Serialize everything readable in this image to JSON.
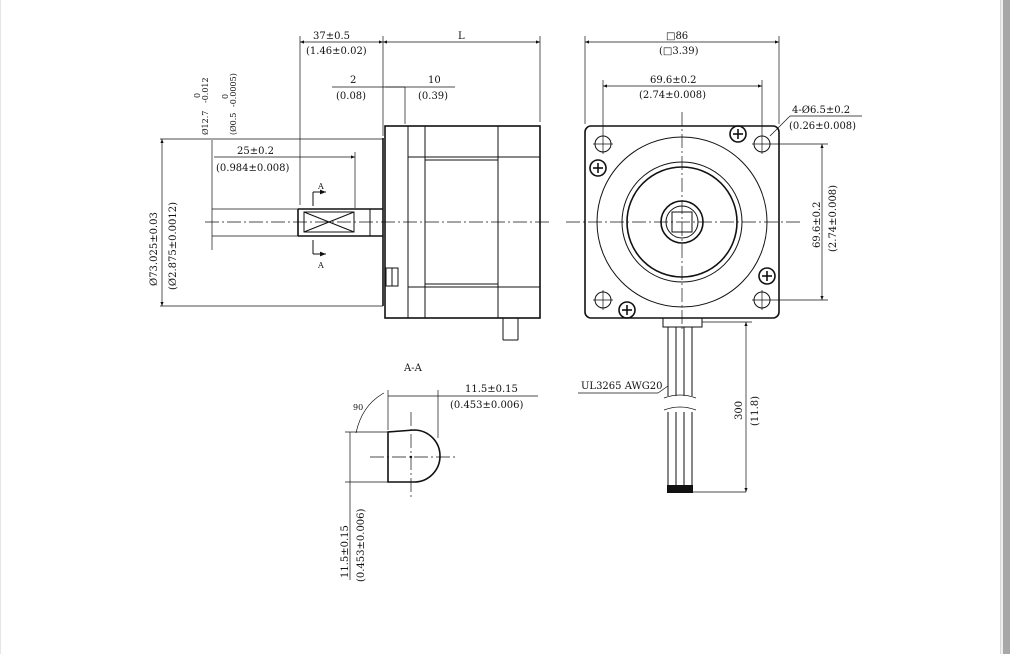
{
  "drawing": {
    "side_view": {
      "flange_length": "37±0.5",
      "flange_length_in": "(1.46±0.02)",
      "body_length": "L",
      "step_dim": "2",
      "step_dim_in": "(0.08)",
      "boss_dim": "10",
      "boss_dim_in": "(0.39)",
      "shaft_dia": "Ø12.7",
      "shaft_dia_tol_upper": "0",
      "shaft_dia_tol_lower": "-0.012",
      "shaft_dia_in": "(Ø0.5",
      "shaft_dia_in_tol_upper": "0",
      "shaft_dia_in_tol_lower": "-0.0005)",
      "shaft_length": "25±0.2",
      "shaft_length_in": "(0.984±0.008)",
      "pilot_dia": "Ø73.025±0.03",
      "pilot_dia_in": "(Ø2.875±0.0012)",
      "section_mark_top": "A",
      "section_mark_bottom": "A"
    },
    "front_view": {
      "frame_size": "□86",
      "frame_size_in": "(□3.39)",
      "hole_spacing_h": "69.6±0.2",
      "hole_spacing_h_in": "(2.74±0.008)",
      "mount_holes": "4-Ø6.5±0.2",
      "mount_holes_in": "(0.26±0.008)",
      "hole_spacing_v": "69.6±0.2",
      "hole_spacing_v_in": "(2.74±0.008)",
      "cable_type": "UL3265 AWG20",
      "lead_length": "300",
      "lead_length_in": "(11.8)"
    },
    "section_view": {
      "title": "A-A",
      "angle": "90",
      "flat_width": "11.5±0.15",
      "flat_width_in": "(0.453±0.006)",
      "flat_height": "11.5±0.15",
      "flat_height_in": "(0.453±0.006)"
    }
  }
}
